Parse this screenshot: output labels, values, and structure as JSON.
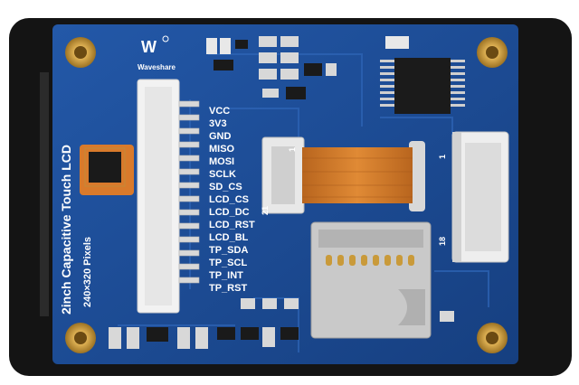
{
  "board": {
    "brand": "Waveshare",
    "title": "2inch Capacitive Touch LCD",
    "subtitle": "240×320 Pixels",
    "pins": [
      "VCC",
      "3V3",
      "GND",
      "MISO",
      "MOSI",
      "SCLK",
      "SD_CS",
      "LCD_CS",
      "LCD_DC",
      "LCD_RST",
      "LCD_BL",
      "TP_SDA",
      "TP_SCL",
      "TP_INT",
      "TP_RST"
    ],
    "fpc_pin_first": "21",
    "fpc_pin_last": "1",
    "connector_pin_first": "1",
    "connector_pin_last": "18"
  },
  "colors": {
    "pcb": "#1d4f9a",
    "bezel": "#141414",
    "gold": "#c99a3a",
    "silkscreen": "#ffffff",
    "ribbon": "#d07a2a"
  }
}
